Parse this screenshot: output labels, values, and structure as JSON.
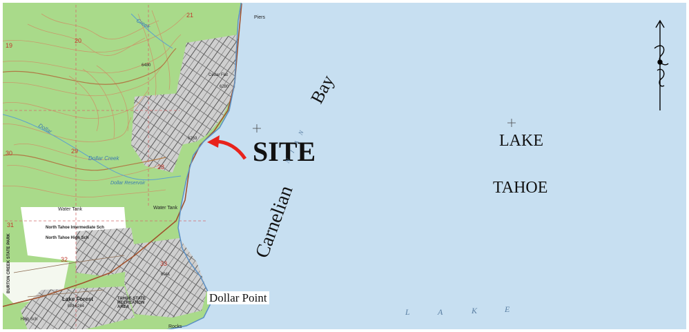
{
  "labels": {
    "site": "SITE",
    "lake": "LAKE",
    "tahoe": "TAHOE",
    "carnelian": "Carnelian",
    "bay": "Bay",
    "dollar_point": "Dollar Point",
    "lake_spaced": [
      "L",
      "A",
      "K",
      "E"
    ],
    "bay_faint": "N I A N",
    "piers": "Piers",
    "lake_forest": "Lake Forest",
    "tahoe_state_rec": "TAHOE STATE RECREATION AREA",
    "water_tank_1": "Water Tank",
    "water_tank_2": "Water Tank",
    "north_tahoe_ms": "North Tahoe Intermediate Sch",
    "north_tahoe_hs": "North Tahoe High Sch",
    "burton_creek": "BURTON CREEK STATE PARK",
    "dollar_creek": "Dollar Creek",
    "dollar_reservoir": "Dollar Reservoir",
    "creek": "Creek",
    "dollar": "Dollar",
    "rocks": "Rocks",
    "cedar_flat": "Cedar Flat",
    "high_sch_small": "High Sch",
    "elev_6259": "6259",
    "elev_6280": "6280",
    "elev_6041": "6041",
    "elev_6480": "6480",
    "elev_6264": "BM 6264"
  },
  "section_numbers": [
    "21",
    "20",
    "19",
    "29",
    "28",
    "30",
    "31",
    "32",
    "33"
  ],
  "colors": {
    "lake": "#c7dff1",
    "vegetation": "#a9da8a",
    "urban": "#c9c9c9",
    "contour": "#c99a6a",
    "shoreline": "#5a8fc4",
    "arrow": "#e8231c",
    "road": "#a0522d",
    "section": "#c0392b"
  },
  "icons": {
    "north_arrow": "north-arrow-icon",
    "site_arrow": "red-arrow-icon",
    "crosshair": "crosshair-icon"
  }
}
